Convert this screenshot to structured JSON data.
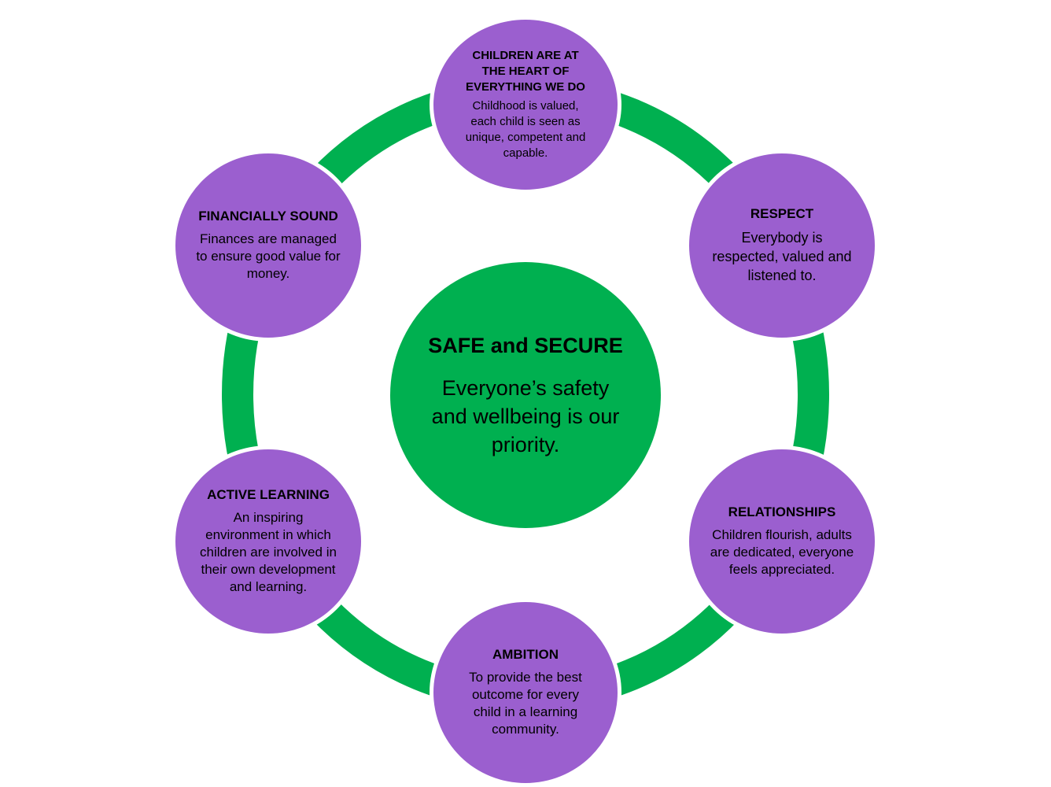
{
  "colors": {
    "ring": "#00b050",
    "center": "#00b050",
    "node": "#9b5fcf",
    "text": "#000000"
  },
  "center": {
    "title": "SAFE and SECURE",
    "description": "Everyone’s safety and wellbeing is our priority."
  },
  "values": [
    {
      "title": "CHILDREN ARE AT THE HEART OF EVERYTHING WE DO",
      "description": "Childhood is valued, each child is seen as unique, competent and capable."
    },
    {
      "title": "RESPECT",
      "description": "Everybody is respected, valued and listened to."
    },
    {
      "title": "RELATIONSHIPS",
      "description": "Children  flourish, adults are dedicated, everyone feels appreciated."
    },
    {
      "title": "AMBITION",
      "description": "To provide the best outcome for every child in a learning community."
    },
    {
      "title": "ACTIVE LEARNING",
      "description": "An inspiring environment in which children are involved in their own development and learning."
    },
    {
      "title": "FINANCIALLY SOUND",
      "description": "Finances are managed to ensure good value for money."
    }
  ]
}
